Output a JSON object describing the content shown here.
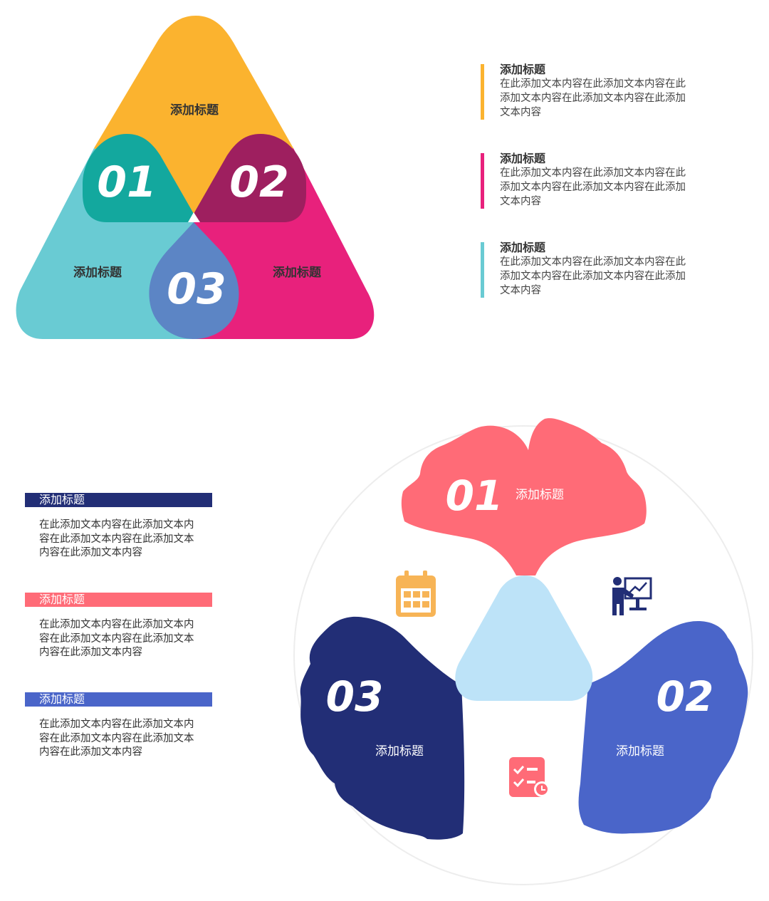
{
  "top_diagram": {
    "colors": {
      "yellow": "#FBB32F",
      "cyan": "#69CBD3",
      "pink": "#E8217C",
      "teal": "#13A89E",
      "plum": "#9E1F5F",
      "blue": "#5C85C5"
    },
    "shapes": [
      {
        "number": "01",
        "title": "添加标题"
      },
      {
        "number": "02",
        "title": "添加标题"
      },
      {
        "number": "03",
        "title": "添加标题"
      }
    ]
  },
  "top_list": [
    {
      "title": "添加标题",
      "text": "在此添加文本内容在此添加文本内容在此添加文本内容在此添加文本内容在此添加文本内容",
      "color": "#FBB32F"
    },
    {
      "title": "添加标题",
      "text": "在此添加文本内容在此添加文本内容在此添加文本内容在此添加文本内容在此添加文本内容",
      "color": "#E8217C"
    },
    {
      "title": "添加标题",
      "text": "在此添加文本内容在此添加文本内容在此添加文本内容在此添加文本内容在此添加文本内容",
      "color": "#69CBD3"
    }
  ],
  "bottom_list": [
    {
      "title": "添加标题",
      "text": "在此添加文本内容在此添加文本内容在此添加文本内容在此添加文本内容在此添加文本内容",
      "color": "#222E76"
    },
    {
      "title": "添加标题",
      "text": "在此添加文本内容在此添加文本内容在此添加文本内容在此添加文本内容在此添加文本内容",
      "color": "#FF6B77"
    },
    {
      "title": "添加标题",
      "text": "在此添加文本内容在此添加文本内容在此添加文本内容在此添加文本内容在此添加文本内容",
      "color": "#4A65C9"
    }
  ],
  "bottom_diagram": {
    "colors": {
      "coral": "#FF6B77",
      "navy": "#222E76",
      "royal": "#4A65C9",
      "center": "#BDE3F8",
      "calendar": "#F7B456",
      "checklist": "#FF6B77",
      "presenter": "#222E76"
    },
    "leaves": [
      {
        "number": "01",
        "title": "添加标题"
      },
      {
        "number": "02",
        "title": "添加标题"
      },
      {
        "number": "03",
        "title": "添加标题"
      }
    ],
    "icons": [
      "calendar-icon",
      "presentation-icon",
      "checklist-clock-icon"
    ]
  }
}
